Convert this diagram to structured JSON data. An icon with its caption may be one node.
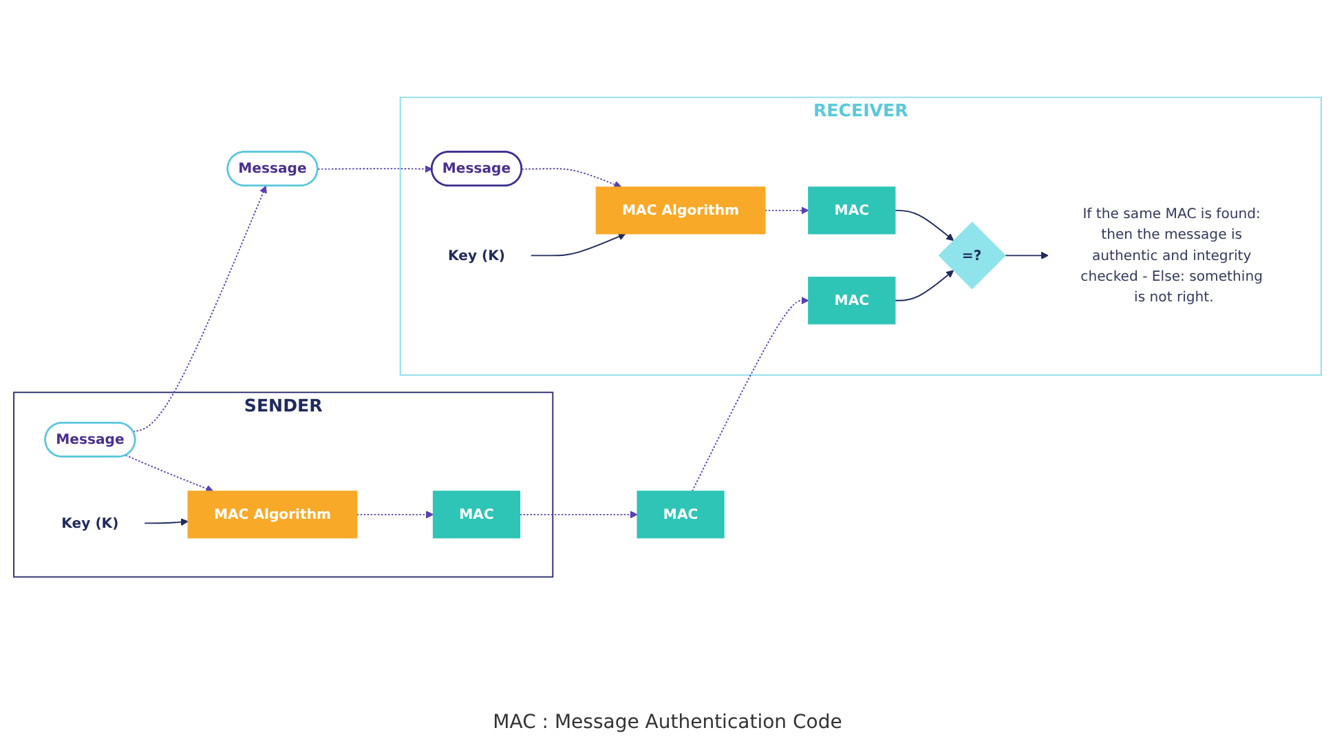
{
  "diagram": {
    "nodes": [
      {
        "text": [
          "SENDER"
        ]
      },
      {
        "text": [
          "Message"
        ],
        "in": 0
      },
      {
        "text": [
          "Key (K)"
        ],
        "in": 0
      },
      {
        "text": [
          "MAC Algorithm"
        ],
        "in": 0
      },
      {
        "text": [
          "MAC"
        ],
        "in": 0
      },
      {
        "text": [
          "Message"
        ]
      },
      {
        "text": [
          "MAC"
        ]
      },
      {
        "text": [
          "RECEIVER"
        ]
      },
      {
        "text": [
          "Message"
        ],
        "in": 7
      },
      {
        "text": [
          "Key (K)"
        ],
        "in": 7
      },
      {
        "text": [
          "MAC Algorithm"
        ],
        "in": 7
      },
      {
        "text": [
          "MAC"
        ],
        "in": 7
      },
      {
        "text": [
          "=?"
        ],
        "in": 7
      },
      {
        "text": [
          "MAC"
        ],
        "in": 7
      },
      {
        "text": [
          "If the same MAC is found: then the message is authentic and integrity checked - Else: something is not right."
        ],
        "in": 7
      }
    ],
    "edges": [
      {
        "from": 1,
        "to": 3,
        "arrow": "to",
        "style": "dashed"
      },
      {
        "from": 2,
        "to": 3,
        "arrow": "to",
        "color": "#1f2a5c"
      },
      {
        "from": 3,
        "to": 4,
        "arrow": "to",
        "style": "dashed"
      },
      {
        "from": 1,
        "to": 5,
        "arrow": "to",
        "style": "dashed"
      },
      {
        "from": 4,
        "to": 6,
        "arrow": "to",
        "style": "dashed"
      },
      {
        "from": 5,
        "to": 8,
        "arrow": "to",
        "style": "dashed"
      },
      {
        "from": 6,
        "to": 11,
        "arrow": "to",
        "style": "dashed"
      },
      {
        "from": 8,
        "to": 10,
        "arrow": "to",
        "style": "dashed"
      },
      {
        "from": 9,
        "to": 10,
        "arrow": "to",
        "color": "#1f2a5c"
      },
      {
        "from": 10,
        "to": 13,
        "arrow": "to",
        "style": "dashed"
      },
      {
        "from": 11,
        "to": 12,
        "arrow": "to",
        "color": "#1f2a5c"
      },
      {
        "from": 13,
        "to": 12,
        "arrow": "to",
        "color": "#1f2a5c"
      },
      {
        "from": 12,
        "to": 14,
        "arrow": "to",
        "color": "#1f2a5c"
      }
    ],
    "labels": [
      "MAC : Message Authentication Code"
    ]
  }
}
